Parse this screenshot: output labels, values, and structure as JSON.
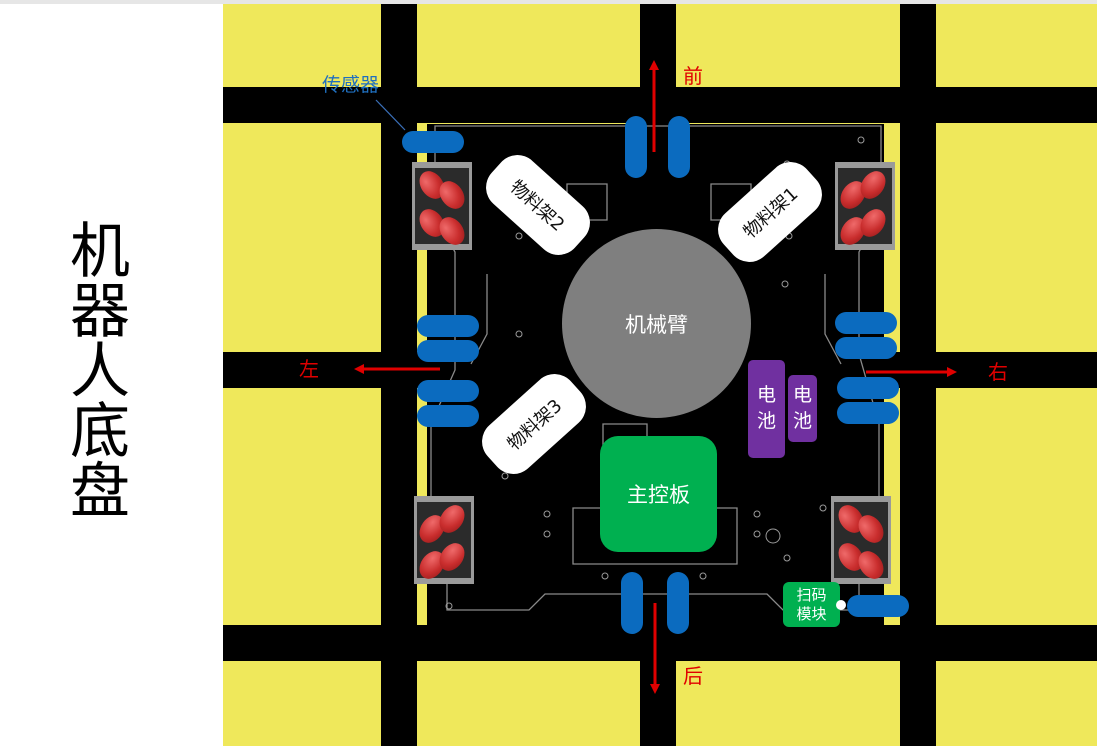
{
  "title": [
    "机",
    "器",
    "人",
    "底",
    "盘"
  ],
  "labels": {
    "sensor": "传感器",
    "front": "前",
    "back": "后",
    "left": "左",
    "right": "右",
    "arm": "机械臂",
    "main_board": "主控板",
    "battery": "电池",
    "scanner": "扫码\n模块",
    "rack1": "物料架1",
    "rack2": "物料架2",
    "rack3": "物料架3"
  },
  "colors": {
    "field_yellow": "#efe85b",
    "grid_black": "#000000",
    "sensor_blue": "#0b6bbf",
    "arrow_red": "#e00000",
    "arm_gray": "#7f7f7f",
    "board_green": "#00b050",
    "battery_purple": "#7030a0",
    "wheel_red": "#c92d2d"
  }
}
